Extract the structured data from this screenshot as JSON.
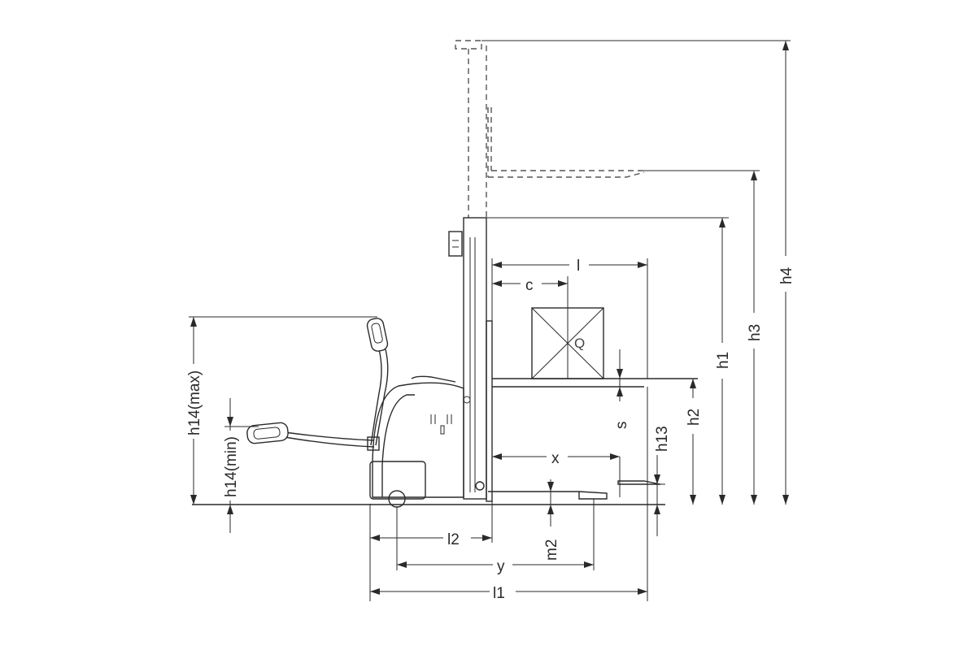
{
  "labels": {
    "l": "l",
    "c": "c",
    "q": "Q",
    "x": "x",
    "s": "s",
    "l2": "l2",
    "y": "y",
    "l1": "l1",
    "m2": "m2",
    "h1": "h1",
    "h2": "h2",
    "h3": "h3",
    "h4": "h4",
    "h13": "h13",
    "h14max": "h14(max)",
    "h14min": "h14(min)"
  }
}
